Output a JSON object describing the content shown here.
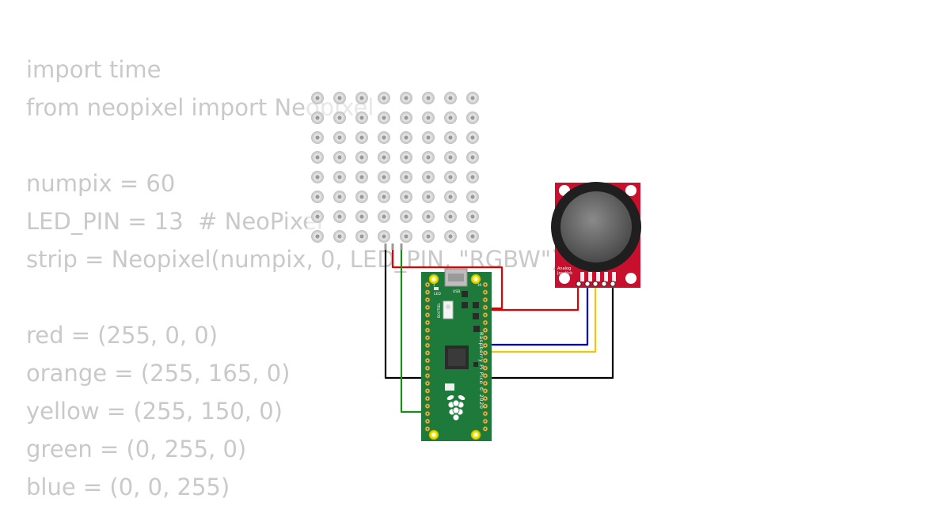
{
  "code_lines": [
    "import time",
    "from neopixel import Neopixel",
    "",
    "numpix = 60",
    "LED_PIN = 13  # NeoPixel",
    "strip = Neopixel(numpix, 0, LED_PIN, \"RGBW\")",
    "",
    "red = (255, 0, 0)",
    "orange = (255, 165, 0)",
    "yellow = (255, 150, 0)",
    "green = (0, 255, 0)",
    "blue = (0, 0, 255)"
  ],
  "matrix": {
    "rows": 8,
    "cols": 8
  },
  "pico": {
    "silk_vertical": "Raspberry Pi Pico © 2020",
    "led_label": "LED",
    "usb_label": "USB",
    "bootsel_label": "BOOTSEL",
    "pin_top_left": "1",
    "pin_top_right": "39"
  },
  "joystick": {
    "label_line1": "Analog",
    "label_line2": "Joystick"
  },
  "colors": {
    "pico_green": "#1d7a3a",
    "joystick_red": "#c8102e",
    "wire_red": "#e00000",
    "wire_blue": "#0000c0",
    "wire_yellow": "#f0c800",
    "wire_black": "#000000",
    "wire_green": "#1a8a1a"
  }
}
